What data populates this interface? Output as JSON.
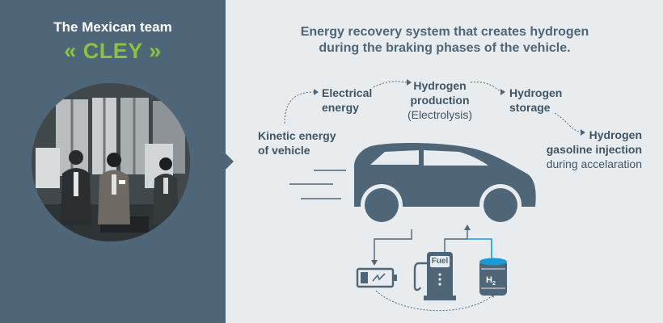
{
  "left_panel": {
    "team_line": "The Mexican team",
    "team_name": "« CLEY »",
    "bg_color": "#4e6677",
    "accent_color": "#8ac43f"
  },
  "heading": {
    "line1": "Energy recovery system that creates hydrogen",
    "line2": "during the braking phases of the vehicle."
  },
  "flow": {
    "kinetic": {
      "line1": "Kinetic energy",
      "line2": "of vehicle"
    },
    "electrical": {
      "line1": "Electrical",
      "line2": "energy"
    },
    "production": {
      "line1": "Hydrogen",
      "line2": "production",
      "line3": "(Electrolysis)"
    },
    "storage": {
      "line1": "Hydrogen",
      "line2": "storage"
    },
    "injection": {
      "line1": "Hydrogen",
      "line2": "gasoline injection",
      "line3": "during accelaration"
    }
  },
  "icons": {
    "fuel_label": "Fuel",
    "tank_label": "H",
    "tank_subscript": "2"
  },
  "colors": {
    "text": "#3f5566",
    "icon": "#4e6677",
    "h2_accent": "#1b9ad6",
    "background": "#e9ecee"
  }
}
